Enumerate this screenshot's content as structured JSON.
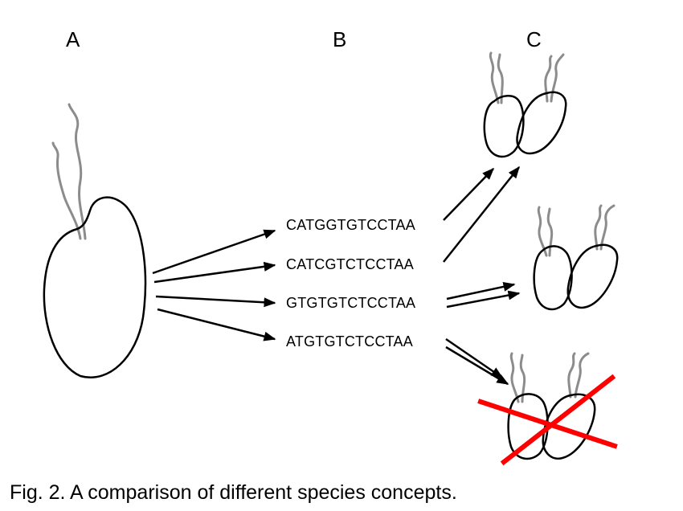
{
  "panels": {
    "a_label": "A",
    "b_label": "B",
    "c_label": "C"
  },
  "sequences": [
    "CATGGTGTCCTAA",
    "CATCGTCTCCTAA",
    "GTGTGTCTCCTAA",
    "ATGTGTCTCCTAA"
  ],
  "caption": "Fig. 2. A comparison of different species concepts.",
  "colors": {
    "outline": "#000000",
    "flagella": "#8c8c8c",
    "cross": "#ff0000"
  }
}
